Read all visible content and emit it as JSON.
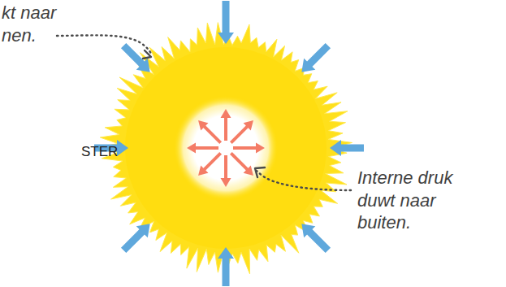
{
  "diagram": {
    "labels": [
      "kt naar nen.",
      "STER",
      "Interne druk duwt naar buiten."
    ]
  }
}
